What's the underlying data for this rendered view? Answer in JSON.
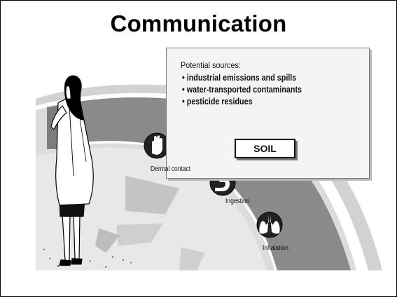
{
  "title": "Communication",
  "sources_box": {
    "heading": "Potential sources:",
    "items": [
      "industrial emissions and spills",
      "water-transported contaminants",
      "pesticide residues"
    ]
  },
  "soil_label": "SOIL",
  "exposure_routes": [
    {
      "label": "Dermal contact",
      "icon": "hand-icon"
    },
    {
      "label": "Ingestion",
      "icon": "stomach-icon"
    },
    {
      "label": "Inhalation",
      "icon": "lungs-icon"
    }
  ]
}
